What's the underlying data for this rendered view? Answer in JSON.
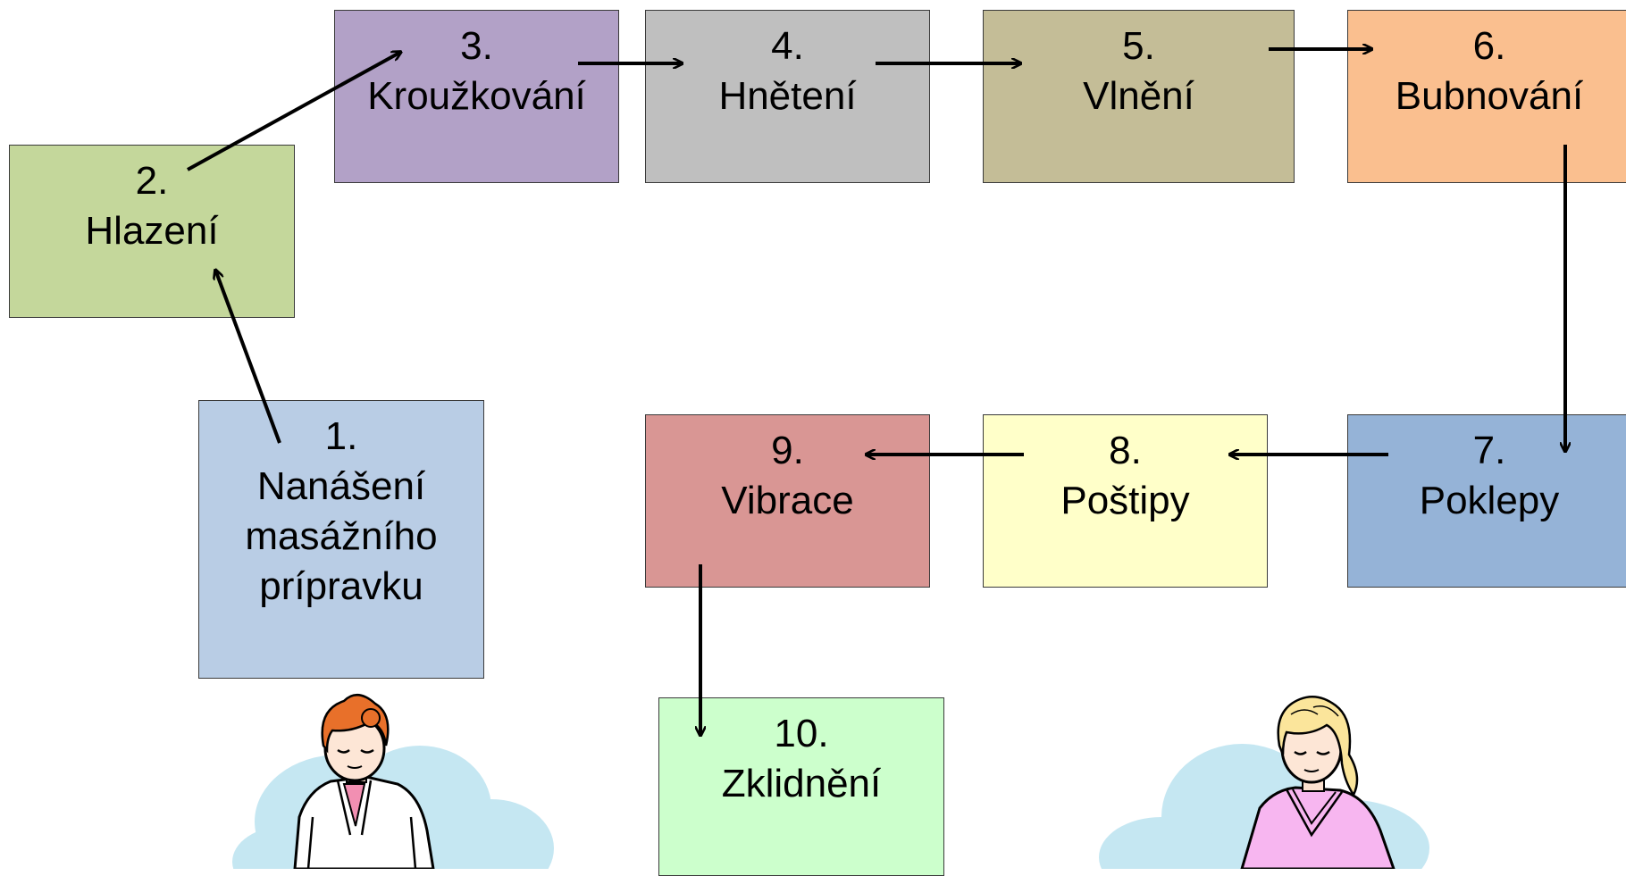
{
  "steps": [
    {
      "id": "1",
      "number": "1.",
      "label": "Nanášení\nmasážního\nprípravku",
      "color": "#b9cde5"
    },
    {
      "id": "2",
      "number": "2.",
      "label": "Hlazení",
      "color": "#c4d79b"
    },
    {
      "id": "3",
      "number": "3.",
      "label": "Kroužkování",
      "color": "#b2a1c7"
    },
    {
      "id": "4",
      "number": "4.",
      "label": "Hnětení",
      "color": "#bfbfbf"
    },
    {
      "id": "5",
      "number": "5.",
      "label": "Vlnění",
      "color": "#c4bd97"
    },
    {
      "id": "6",
      "number": "6.",
      "label": "Bubnování",
      "color": "#fabf8f"
    },
    {
      "id": "7",
      "number": "7.",
      "label": "Poklepy",
      "color": "#95b3d7"
    },
    {
      "id": "8",
      "number": "8.",
      "label": "Poštipy",
      "color": "#ffffc9"
    },
    {
      "id": "9",
      "number": "9.",
      "label": "Vibrace",
      "color": "#d99694"
    },
    {
      "id": "10",
      "number": "10.",
      "label": "Zklidnění",
      "color": "#ccffcc"
    }
  ],
  "flow": [
    [
      "1",
      "2"
    ],
    [
      "2",
      "3"
    ],
    [
      "3",
      "4"
    ],
    [
      "4",
      "5"
    ],
    [
      "5",
      "6"
    ],
    [
      "6",
      "7"
    ],
    [
      "7",
      "8"
    ],
    [
      "8",
      "9"
    ],
    [
      "9",
      "10"
    ]
  ],
  "illustrations": {
    "left": "masseur-figure",
    "right": "relaxed-client-figure",
    "cloud_color": "#c5e7f2"
  }
}
